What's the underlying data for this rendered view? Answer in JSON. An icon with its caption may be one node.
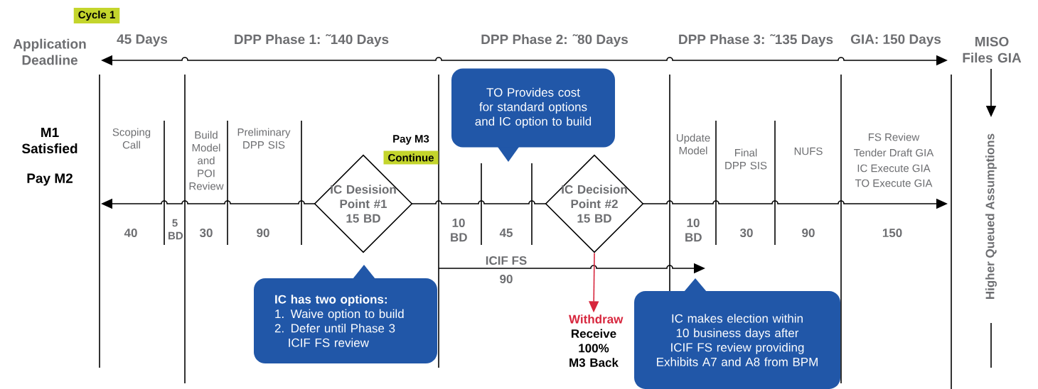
{
  "diagram": {
    "nodes": [
      {
        "text": [
          "Cycle 1"
        ]
      },
      {
        "text": [
          "TO Provides cost for standard options and IC option to build"
        ]
      },
      {
        "text": [
          "Continue"
        ]
      },
      {
        "text": [
          "IC Desision Point #1 15 BD"
        ]
      },
      {
        "text": [
          "IC Decision Point #2 15 BD"
        ]
      },
      {
        "text": [
          "IC has two options:",
          "1. Waive option to build",
          "2. Defer until Phase 3 ICIF FS review"
        ]
      },
      {
        "text": [
          "Withdraw",
          "Receive 100% M3 Back"
        ]
      },
      {
        "text": [
          "IC makes election within 10 business days after ICIF FS review providing Exhibits A7 and A8 from BPM"
        ]
      }
    ],
    "edges": [
      {
        "from": 4,
        "to": 6,
        "arrow": "to",
        "color": "#d7263d"
      }
    ],
    "labels": [
      "Application Deadline",
      "45 Days",
      "DPP Phase 1: ˜140 Days",
      "DPP Phase 2: ˜80 Days",
      "DPP Phase 3: ˜135 Days",
      "GIA: 150 Days",
      "MISO Files GIA",
      "M1 Satisfied",
      "Pay M2",
      "Scoping Call",
      "Build Model and POI Review",
      "Preliminary DPP SIS",
      "Pay M3",
      "Update Model",
      "Final DPP SIS",
      "NUFS",
      "FS Review",
      "Tender Draft GIA",
      "IC Execute GIA",
      "TO Execute GIA",
      "Higher Queued Assumptions",
      "40",
      "5 BD",
      "30",
      "90",
      "10 BD",
      "45",
      "10 BD",
      "30",
      "90",
      "150",
      "ICIF FS",
      "90"
    ]
  }
}
